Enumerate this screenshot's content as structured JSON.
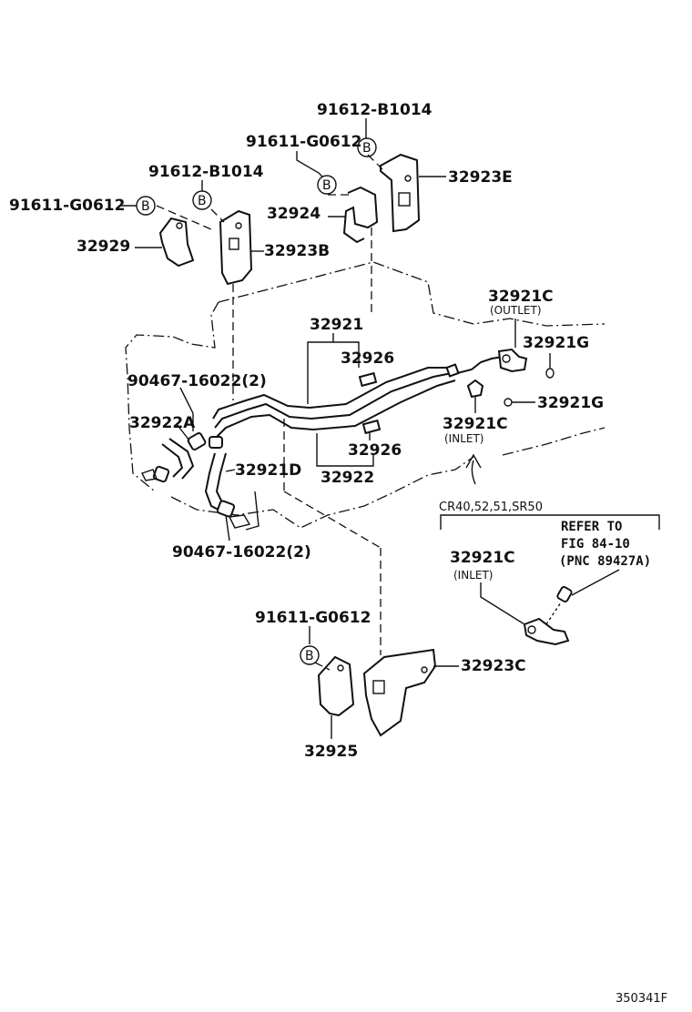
{
  "labels": {
    "bolt_91612_top": "91612-B1014",
    "bolt_91611_top": "91611-G0612",
    "bolt_91612_left": "91612-B1014",
    "bolt_91611_left": "91611-G0612",
    "part_32923E": "32923E",
    "part_32924": "32924",
    "part_32929": "32929",
    "part_32923B": "32923B",
    "part_32921C_outlet": "32921C",
    "outlet": "(OUTLET)",
    "part_32921": "32921",
    "part_32926_top": "32926",
    "part_32921G_a": "32921G",
    "part_32921G_b": "32921G",
    "clip_90467_top": "90467-16022(2)",
    "part_32922A": "32922A",
    "part_32921C_inlet": "32921C",
    "inlet": "(INLET)",
    "part_32921D": "32921D",
    "part_32926_bottom": "32926",
    "part_32922": "32922",
    "clip_90467_bottom": "90467-16022(2)",
    "models": "CR40,52,51,SR50",
    "refer_1": "REFER TO",
    "refer_2": "FIG 84-10",
    "refer_3": "(PNC 89427A)",
    "part_32921C_inlet2": "32921C",
    "inlet2": "(INLET)",
    "bolt_91611_bottom": "91611-G0612",
    "part_32923C": "32923C",
    "part_32925": "32925",
    "catalog_number": "350341F"
  },
  "markers": {
    "b": "B"
  }
}
